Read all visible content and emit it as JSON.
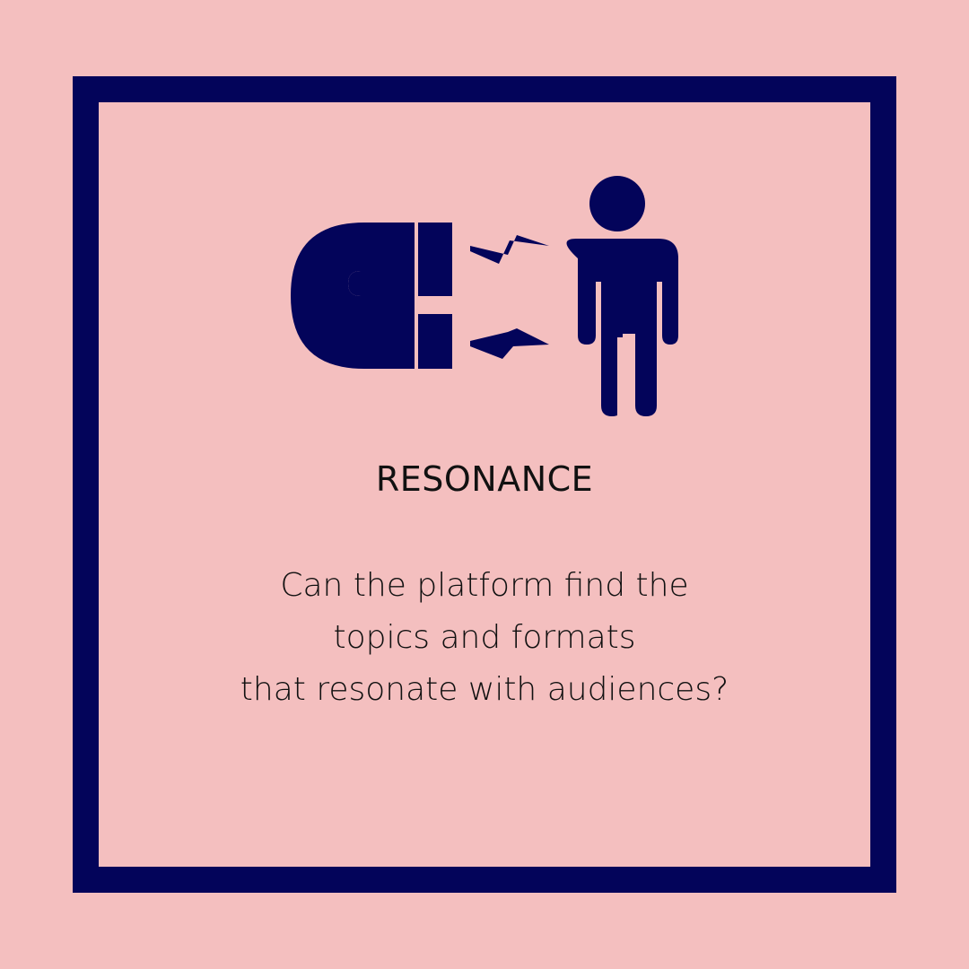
{
  "colors": {
    "background": "#f4bfbf",
    "frame": "#03045a",
    "icon": "#03045a",
    "text": "#111111"
  },
  "icons": {
    "magnet": "magnet-icon",
    "lightning_top": "lightning-bolt-icon",
    "lightning_bottom": "lightning-bolt-icon",
    "person": "person-icon"
  },
  "heading": "RESONANCE",
  "body_lines": [
    "Can the platform find the",
    "topics and formats",
    "that resonate with audiences?"
  ]
}
